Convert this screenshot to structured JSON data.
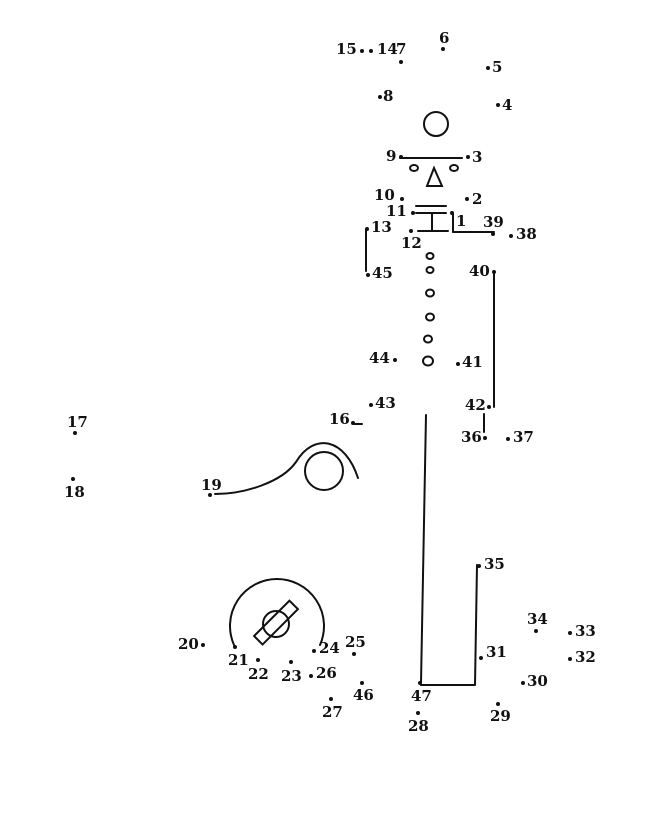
{
  "puzzle": {
    "points": [
      {
        "n": "1"
      },
      {
        "n": "2"
      },
      {
        "n": "3"
      },
      {
        "n": "4"
      },
      {
        "n": "5"
      },
      {
        "n": "6"
      },
      {
        "n": "7"
      },
      {
        "n": "8"
      },
      {
        "n": "9"
      },
      {
        "n": "10"
      },
      {
        "n": "11"
      },
      {
        "n": "12"
      },
      {
        "n": "13"
      },
      {
        "n": "14"
      },
      {
        "n": "15"
      },
      {
        "n": "16"
      },
      {
        "n": "17"
      },
      {
        "n": "18"
      },
      {
        "n": "19"
      },
      {
        "n": "20"
      },
      {
        "n": "21"
      },
      {
        "n": "22"
      },
      {
        "n": "23"
      },
      {
        "n": "24"
      },
      {
        "n": "25"
      },
      {
        "n": "26"
      },
      {
        "n": "27"
      },
      {
        "n": "28"
      },
      {
        "n": "29"
      },
      {
        "n": "30"
      },
      {
        "n": "31"
      },
      {
        "n": "32"
      },
      {
        "n": "33"
      },
      {
        "n": "34"
      },
      {
        "n": "35"
      },
      {
        "n": "36"
      },
      {
        "n": "37"
      },
      {
        "n": "38"
      },
      {
        "n": "39"
      },
      {
        "n": "40"
      },
      {
        "n": "41"
      },
      {
        "n": "42"
      },
      {
        "n": "43"
      },
      {
        "n": "44"
      },
      {
        "n": "45"
      },
      {
        "n": "46"
      },
      {
        "n": "47"
      }
    ]
  }
}
